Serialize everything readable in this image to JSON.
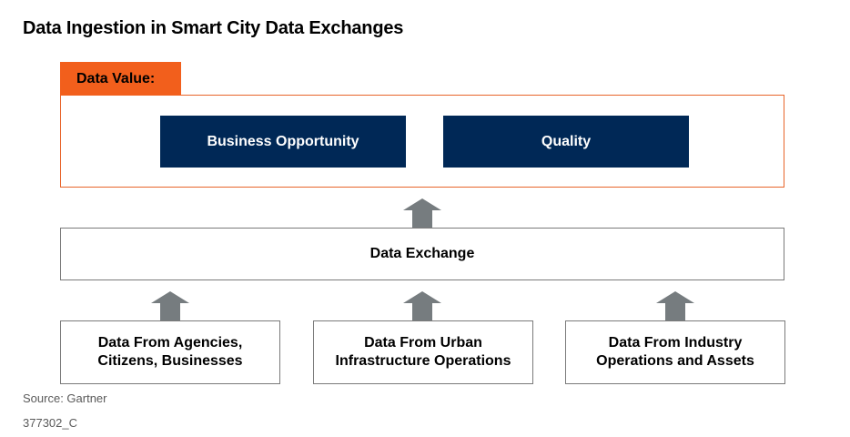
{
  "title": "Data Ingestion in Smart City Data Exchanges",
  "data_value": {
    "label": "Data Value:",
    "items": [
      "Business Opportunity",
      "Quality"
    ]
  },
  "exchange": {
    "label": "Data Exchange"
  },
  "sources": [
    {
      "line1": "Data From Agencies,",
      "line2": "Citizens, Businesses"
    },
    {
      "line1": "Data From Urban",
      "line2": "Infrastructure Operations"
    },
    {
      "line1": "Data From Industry",
      "line2": "Operations and Assets"
    }
  ],
  "footer": {
    "source": "Source: Gartner",
    "id": "377302_C"
  },
  "colors": {
    "accent_orange": "#f25f1c",
    "navy": "#002856",
    "arrow_gray": "#767c7f"
  }
}
